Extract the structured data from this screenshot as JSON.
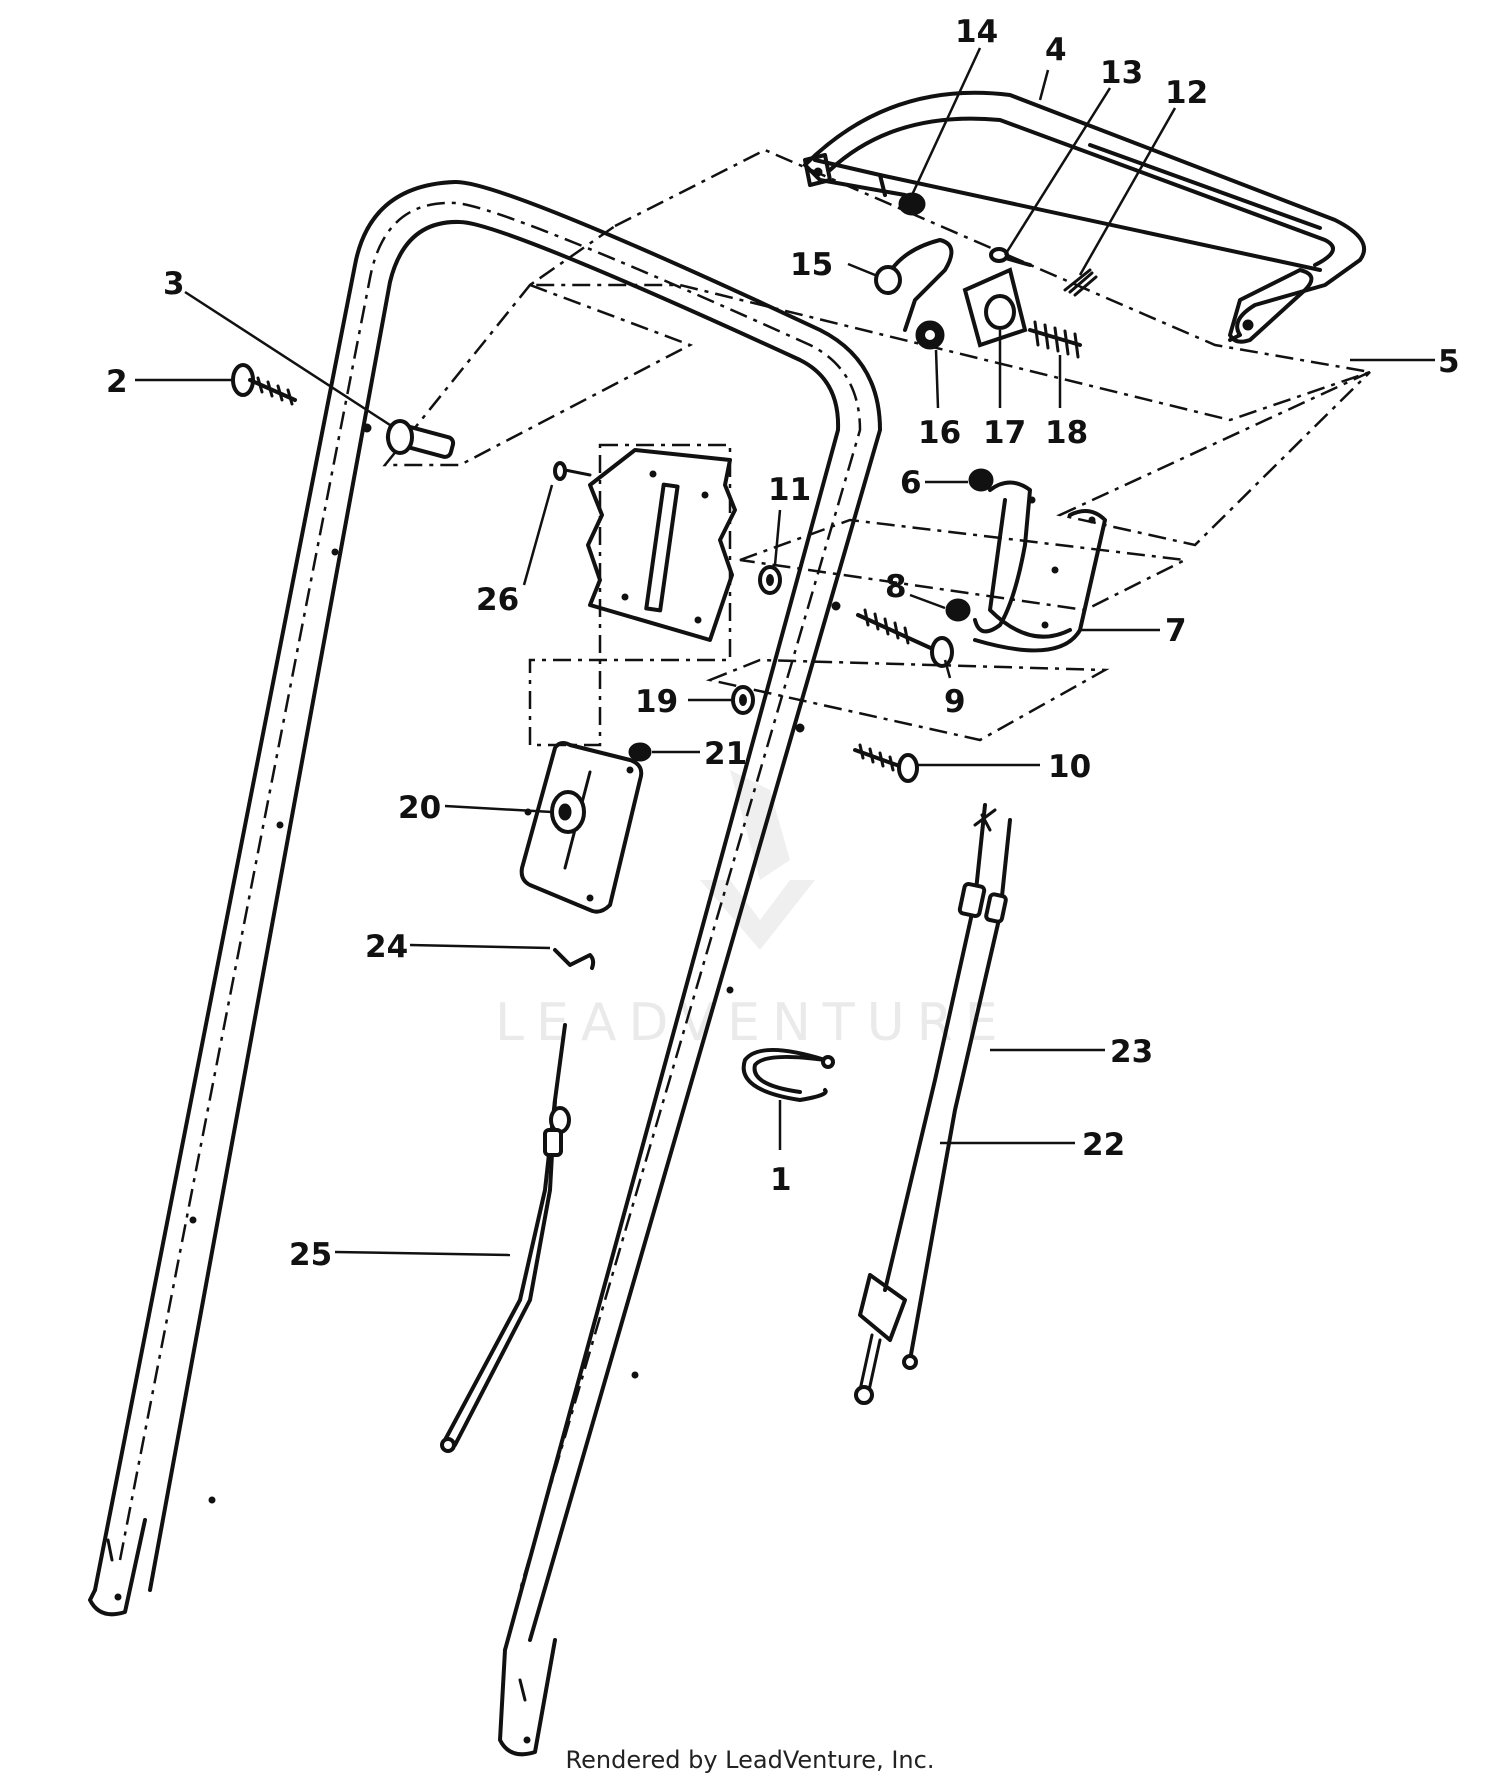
{
  "diagram": {
    "part_numbers": [
      "1",
      "2",
      "3",
      "4",
      "5",
      "6",
      "7",
      "8",
      "9",
      "10",
      "11",
      "12",
      "13",
      "14",
      "15",
      "16",
      "17",
      "18",
      "19",
      "20",
      "21",
      "22",
      "23",
      "24",
      "25",
      "26"
    ],
    "watermark_text": "LEADVENTURE",
    "ink_color": "#111111",
    "background_color": "#ffffff",
    "watermark_color": "#e6e6e6"
  },
  "footer": {
    "text": "Rendered by LeadVenture, Inc."
  }
}
